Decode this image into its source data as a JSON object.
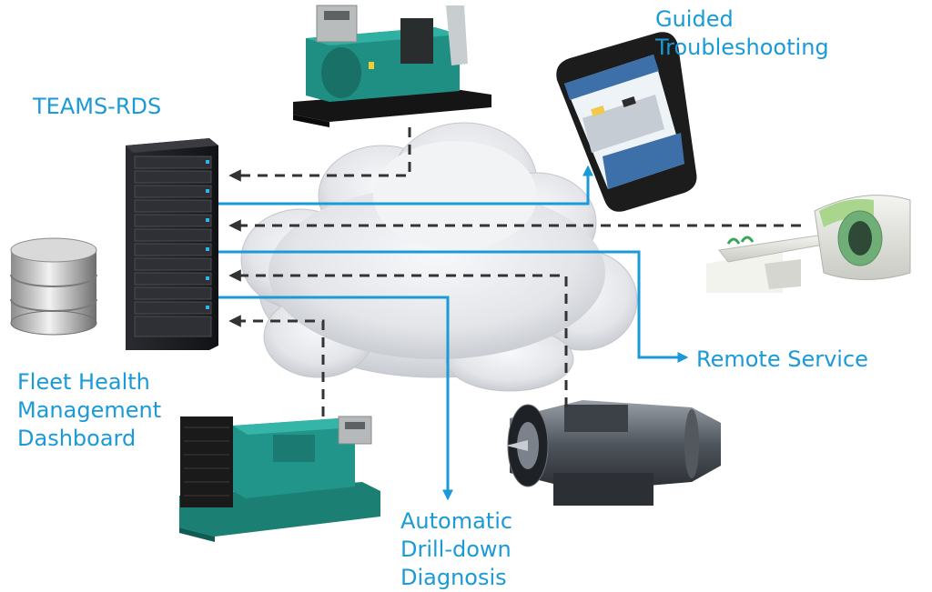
{
  "labels": {
    "teams_rds": "TEAMS-RDS",
    "guided_troubleshooting": [
      "Guided",
      "Troubleshooting"
    ],
    "fleet_health": [
      "Fleet Health",
      "Management",
      "Dashboard"
    ],
    "remote_service": "Remote Service",
    "automatic_diagnosis": [
      "Automatic",
      "Drill-down",
      "Diagnosis"
    ]
  },
  "colors": {
    "accent": "#1a9ad6",
    "dashed": "#333333",
    "cloud": "#e6e8ec",
    "server": "#1c1d21",
    "generator": "#1f8f83"
  },
  "icons": {
    "server": "server-rack-icon",
    "database": "database-icon",
    "cloud": "cloud-icon",
    "phone": "smartphone-icon",
    "generator": "generator-icon",
    "mri": "mri-scanner-icon",
    "engine": "jet-engine-icon"
  }
}
